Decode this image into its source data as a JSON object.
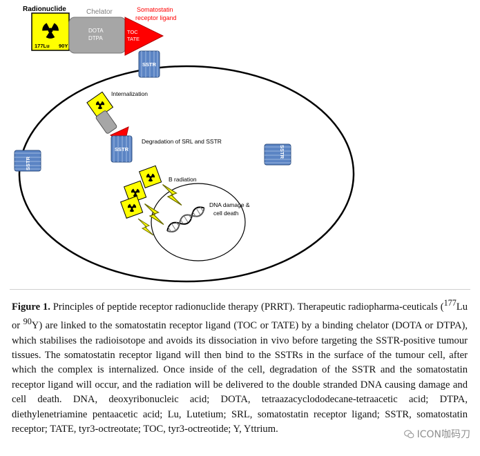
{
  "figure": {
    "labels": {
      "radionuclide": "Radionuclide",
      "chelator": "Chelator",
      "somatostatin": "Somatostatin",
      "receptor_ligand": "receptor ligand",
      "lu": "177Lu",
      "y": "90Y",
      "dota": "DOTA",
      "dtpa": "DTPA",
      "toc": "TOC",
      "tate": "TATE",
      "sstr": "SSTR",
      "internalization": "Internalization",
      "degradation": "Degradation of SRL and SSTR",
      "b_radiation": "B radiation",
      "dna_damage": "DNA damage &",
      "cell_death": "cell death"
    },
    "colors": {
      "nuclide_yellow": "#ffff00",
      "chelator_gray": "#a6a6a6",
      "ligand_red": "#ff0000",
      "receptor_blue": "#4f79b8",
      "lightning_yellow": "#ffff00"
    }
  },
  "caption": {
    "label": "Figure 1.",
    "text_1": " Principles of peptide receptor radionuclide therapy (PRRT). Therapeutic radiopharma-ceuticals (",
    "lu_sup": "177",
    "text_2": "Lu or ",
    "y_sup": "90",
    "text_3": "Y) are linked to the somatostatin receptor ligand (TOC or TATE) by a binding chelator (DOTA or DTPA), which stabilises the radioisotope and avoids its dissociation in vivo before targeting the SSTR-positive tumour tissues. The somatostatin receptor ligand will then bind to the SSTRs in the surface of the tumour cell, after which the complex is internalized. Once inside of the cell, degradation of the SSTR and the somatostatin receptor ligand will occur, and the radiation will be delivered to the double stranded DNA causing damage and cell death. DNA, deoxyribonucleic acid; DOTA, tetraazacyclododecane-tetraacetic acid; DTPA, diethylenetriamine pentaacetic acid; Lu, Lutetium; SRL, somatostatin receptor ligand; SSTR, somatostatin receptor; TATE, tyr3-octreotate; TOC, tyr3-octreotide; Y, Yttrium."
  },
  "watermark": {
    "text": "ICON咖码刀",
    "icon": "wechat-icon"
  }
}
